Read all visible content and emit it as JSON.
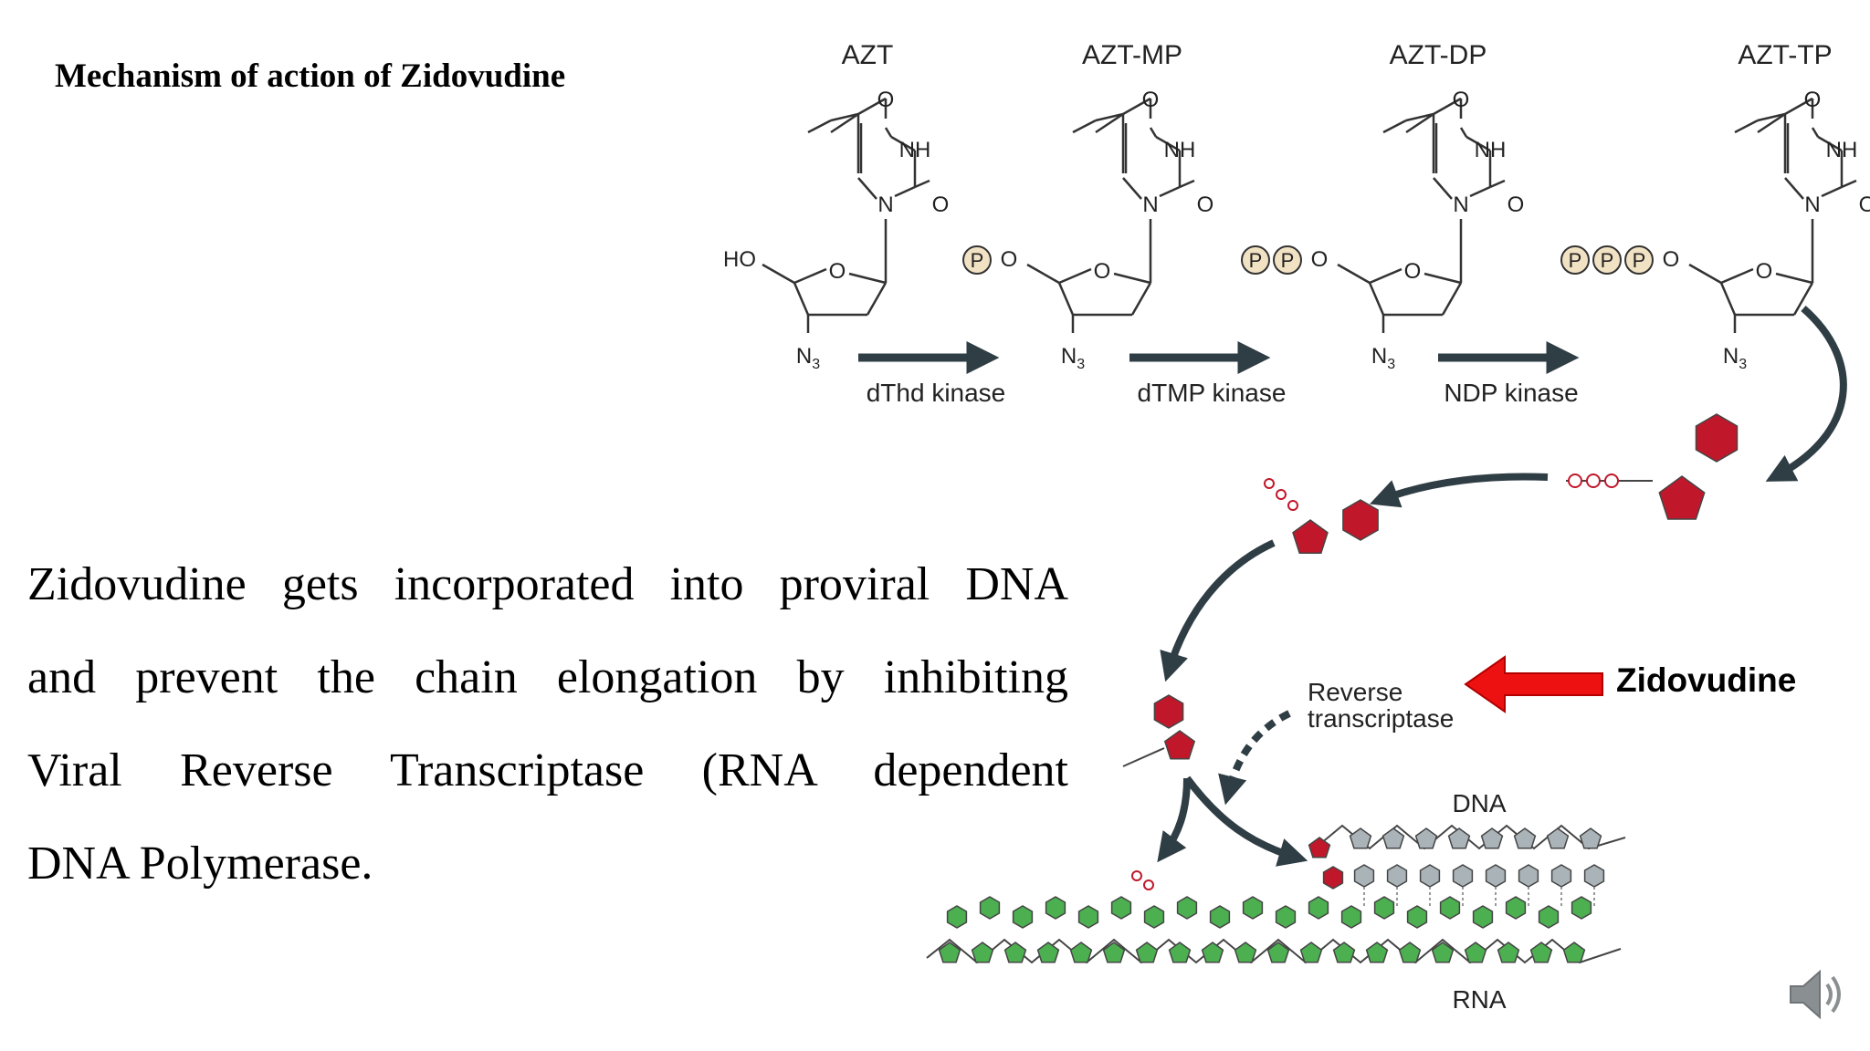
{
  "slide": {
    "title": "Mechanism of action of Zidovudine",
    "body_lines": [
      "Zidovudine gets incorporated into proviral DNA",
      "and prevent the chain elongation by inhibiting",
      "Viral Reverse Transcriptase (RNA dependent",
      "DNA Polymerase."
    ]
  },
  "diagram": {
    "compounds": [
      "AZT",
      "AZT-MP",
      "AZT-DP",
      "AZT-TP"
    ],
    "enzymes": [
      "dThd kinase",
      "dTMP kinase",
      "NDP kinase"
    ],
    "atoms": {
      "oxygen": "O",
      "nh": "NH",
      "n": "N",
      "ho": "HO",
      "n3": "N",
      "n3_sub": "3",
      "phosphate": "P"
    },
    "reverse_transcriptase": [
      "Reverse",
      "transcriptase"
    ],
    "dna_label": "DNA",
    "rna_label": "RNA",
    "callout": "Zidovudine"
  },
  "colors": {
    "arrow": "#2f3d44",
    "red_highlight": "#ee1111",
    "nucleotide_red": "#c0182a",
    "nucleotide_green": "#4caf50",
    "nucleotide_grey": "#a9b3b8",
    "phosphate_fill": "#f2e2c4"
  },
  "icons": {
    "audio": "speaker-icon"
  }
}
